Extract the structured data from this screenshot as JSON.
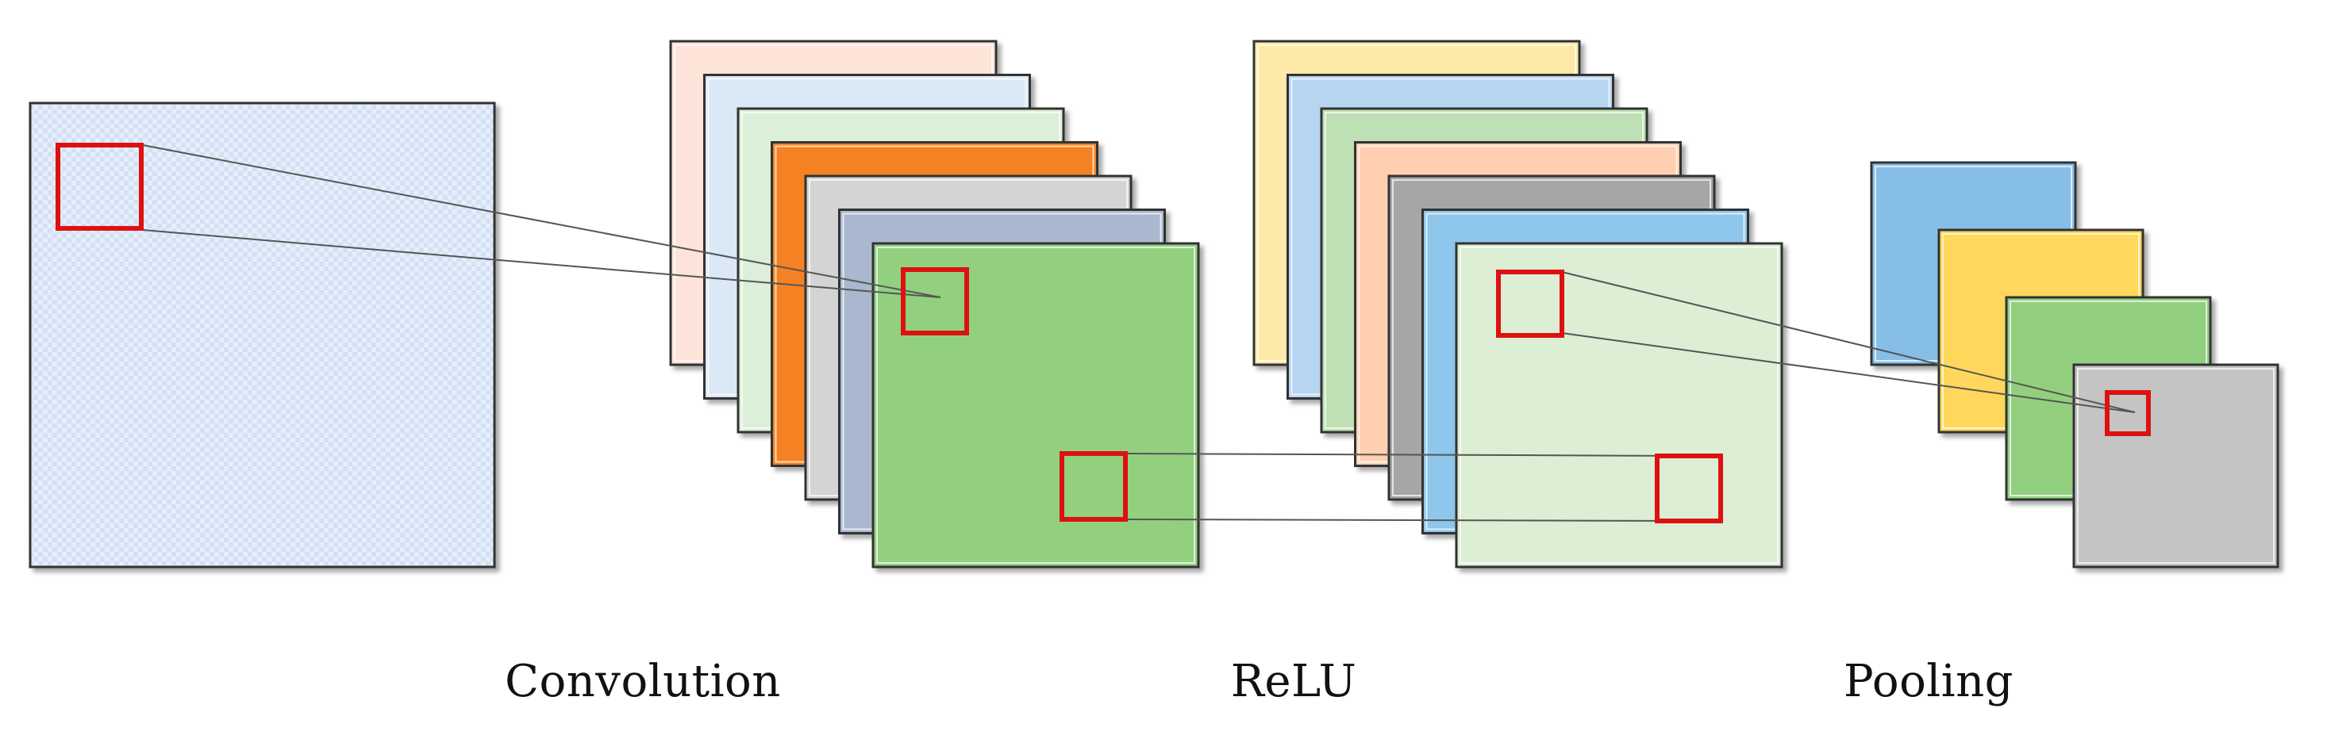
{
  "labels": {
    "convolution": "Convolution",
    "relu": "ReLU",
    "pooling": "Pooling"
  },
  "colors": {
    "input_fill": "#e6eefa",
    "input_pattern_line": "#b9ccec",
    "kernel_box": "#dd1111",
    "connector": "#555555",
    "frame_border": "#333333",
    "convolution_maps": [
      "#fde3d8",
      "#dbe8f5",
      "#dcefd8",
      "#f58220",
      "#d4d4d4",
      "#a9b8cf",
      "#92d07f"
    ],
    "relu_maps": [
      "#fde9a8",
      "#b7d4f0",
      "#bfe0b4",
      "#ffcfb0",
      "#a6a6a6",
      "#8ec6ec",
      "#dceed4"
    ],
    "pooling_maps": [
      "#86bee6",
      "#ffd75c",
      "#92d07f",
      "#c4c4c4"
    ]
  },
  "icons": {
    "kernel_window": "red-square-outline"
  }
}
